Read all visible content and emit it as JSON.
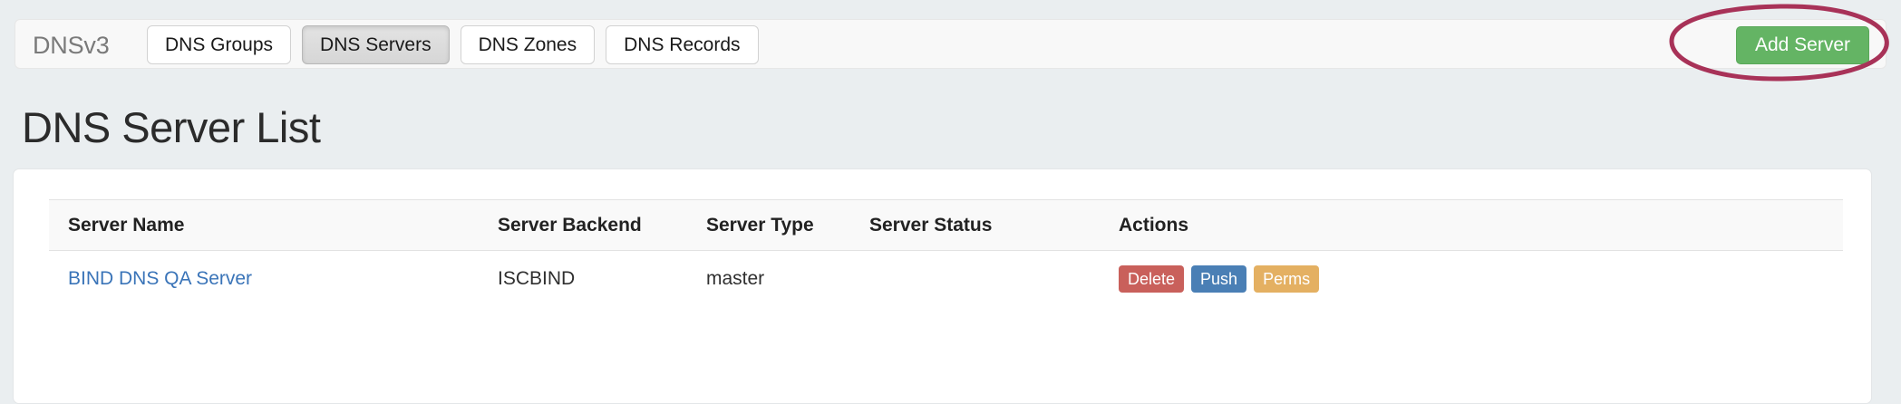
{
  "navbar": {
    "brand": "DNSv3",
    "tabs": [
      {
        "label": "DNS Groups",
        "active": false
      },
      {
        "label": "DNS Servers",
        "active": true
      },
      {
        "label": "DNS Zones",
        "active": false
      },
      {
        "label": "DNS Records",
        "active": false
      }
    ],
    "add_server_label": "Add Server",
    "add_server_color": "#64b464",
    "annotation_color": "#a83258"
  },
  "main": {
    "page_title": "DNS Server List",
    "table": {
      "columns": [
        "Server Name",
        "Server Backend",
        "Server Type",
        "Server Status",
        "Actions"
      ],
      "rows": [
        {
          "server_name": "BIND DNS QA Server",
          "server_backend": "ISCBIND",
          "server_type": "master",
          "server_status": "",
          "actions": [
            {
              "label": "Delete",
              "color": "#c9605b"
            },
            {
              "label": "Push",
              "color": "#4a7fb5"
            },
            {
              "label": "Perms",
              "color": "#e4b062"
            }
          ]
        }
      ]
    }
  }
}
